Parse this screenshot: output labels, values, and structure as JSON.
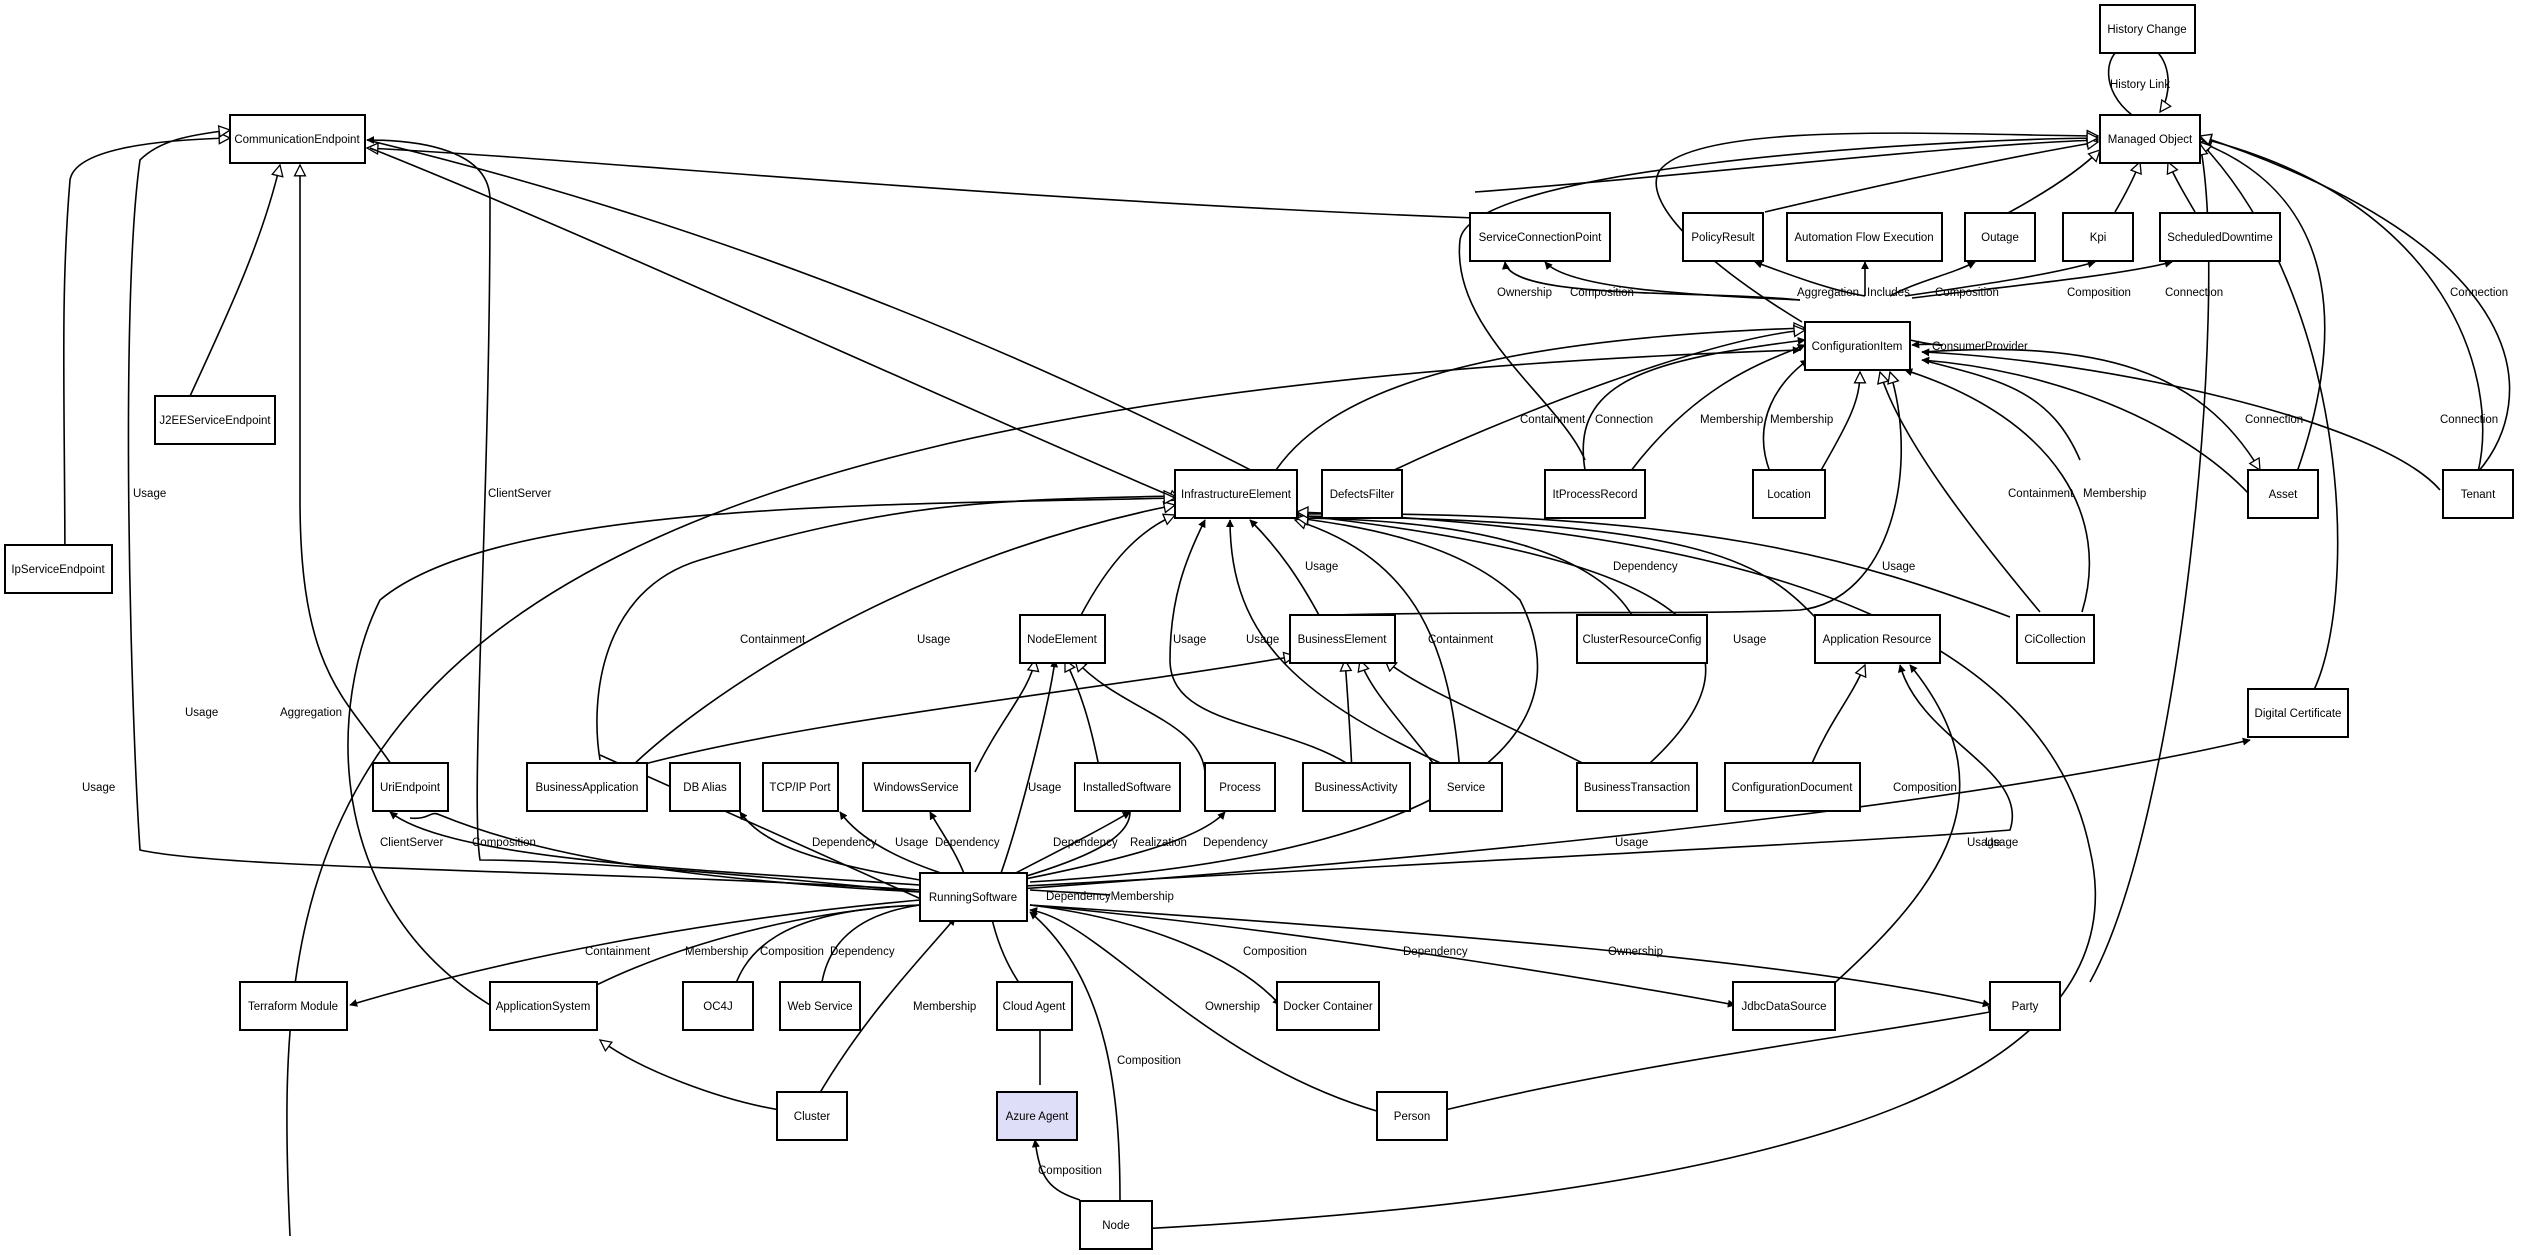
{
  "diagram": {
    "highlight_color": "#dedef8",
    "nodes": {
      "history_change": "History Change",
      "managed_object": "Managed Object",
      "communication_endpoint": "CommunicationEndpoint",
      "service_connection_point": "ServiceConnectionPoint",
      "policy_result": "PolicyResult",
      "automation_flow_execution": "Automation Flow Execution",
      "outage": "Outage",
      "kpi": "Kpi",
      "scheduled_downtime": "ScheduledDowntime",
      "configuration_item": "ConfigurationItem",
      "j2ee_service_endpoint": "J2EEServiceEndpoint",
      "infrastructure_element": "InfrastructureElement",
      "defects_filter": "DefectsFilter",
      "it_process_record": "ItProcessRecord",
      "location": "Location",
      "asset": "Asset",
      "tenant": "Tenant",
      "ip_service_endpoint": "IpServiceEndpoint",
      "node_element": "NodeElement",
      "business_element": "BusinessElement",
      "cluster_resource_config": "ClusterResourceConfig",
      "application_resource": "Application Resource",
      "ci_collection": "CiCollection",
      "digital_certificate": "Digital Certificate",
      "uri_endpoint": "UriEndpoint",
      "business_application": "BusinessApplication",
      "db_alias": "DB Alias",
      "tcp_ip_port": "TCP/IP Port",
      "windows_service": "WindowsService",
      "installed_software": "InstalledSoftware",
      "process": "Process",
      "business_activity": "BusinessActivity",
      "service": "Service",
      "business_transaction": "BusinessTransaction",
      "configuration_document": "ConfigurationDocument",
      "running_software": "RunningSoftware",
      "terraform_module": "Terraform Module",
      "application_system": "ApplicationSystem",
      "oc4j": "OC4J",
      "web_service": "Web Service",
      "cloud_agent": "Cloud Agent",
      "docker_container": "Docker Container",
      "jdbc_data_source": "JdbcDataSource",
      "party": "Party",
      "cluster": "Cluster",
      "azure_agent": "Azure Agent",
      "person": "Person",
      "node": "Node"
    },
    "edge_labels": {
      "history_link": "History Link",
      "ownership_scp": "Ownership",
      "composition_scp": "Composition",
      "aggregation_policy": "Aggregation",
      "includes": "Includes",
      "composition_outage": "Composition",
      "composition_kpi": "Composition",
      "connection_downtime": "Connection",
      "consumer_provider": "ConsumerProvider",
      "containment_itpr": "Containment",
      "connection_itpr": "Connection",
      "membership_itpr": "Membership",
      "membership_location": "Membership",
      "connection_asset": "Connection",
      "connection_tenant_ci": "Connection",
      "connection_tenant_mo": "Connection",
      "usage_comm": "Usage",
      "client_server_comm": "ClientServer",
      "usage_j2ee": "Usage",
      "usage_ip": "Usage",
      "aggregation_terraform": "Aggregation",
      "usage_be": "Usage",
      "dependency_crc": "Dependency",
      "usage_ci_collection": "Usage",
      "containment_cic": "Containment",
      "membership_cic": "Membership",
      "containment_ba": "Containment",
      "usage_ba": "Usage",
      "usage_ie_left": "Usage",
      "usage_ie_right": "Usage",
      "containment_service": "Containment",
      "usage_bt": "Usage",
      "client_server_uri": "ClientServer",
      "composition_uri": "Composition",
      "dependency_db": "Dependency",
      "usage_tcp": "Usage",
      "dependency_ws": "Dependency",
      "usage_ne": "Usage",
      "dependency_is": "Dependency",
      "realization": "Realization",
      "dependency_proc": "Dependency",
      "usage_cd": "Usage",
      "composition_ar": "Composition",
      "usage_dc": "Usage",
      "dependency_membership_self": "DependencyMembership",
      "containment_terraform": "Containment",
      "membership_as": "Membership",
      "composition_oc4j": "Composition",
      "dependency_web": "Dependency",
      "composition_docker": "Composition",
      "dependency_jdbc": "Dependency",
      "ownership_party": "Ownership",
      "membership_cluster": "Membership",
      "ownership_person": "Ownership",
      "composition_node": "Composition",
      "composition_azure": "Composition",
      "usage_jdbc": "Usage"
    }
  }
}
